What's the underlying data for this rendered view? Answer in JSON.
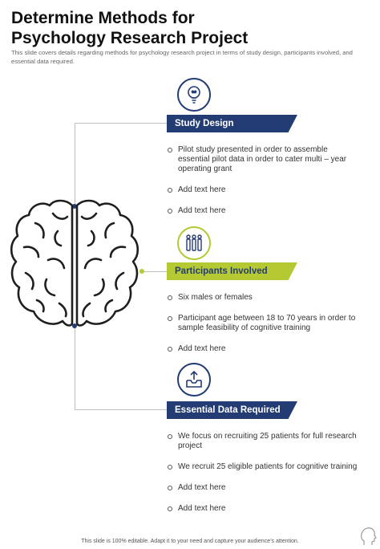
{
  "title_line1": "Determine Methods for",
  "title_line2": "Psychology Research Project",
  "subtitle": "This slide covers details regarding methods for psychology research project in terms of study design, participants involved,  and essential data required.",
  "colors": {
    "navy": "#243c74",
    "lime": "#b5c933",
    "line": "#bdbdbd"
  },
  "sections": [
    {
      "title": "Study Design",
      "icon": "brain-bulb-icon",
      "items": [
        "Pilot study  presented in order to assemble essential pilot data in order to cater multi – year operating grant",
        "Add text here",
        "Add  text here"
      ]
    },
    {
      "title": "Participants Involved",
      "icon": "people-icon",
      "items": [
        "Six males or females",
        "Participant age between 18 to 70 years in order to sample feasibility of cognitive training",
        "Add text here"
      ]
    },
    {
      "title": "Essential Data Required",
      "icon": "upload-folder-icon",
      "items": [
        "We focus on recruiting 25 patients for full research project",
        "We recruit 25 eligible patients for cognitive training",
        "Add text here",
        "Add text here"
      ]
    }
  ],
  "footer": "This slide is 100% editable. Adapt it to your need and capture your audience’s attention."
}
